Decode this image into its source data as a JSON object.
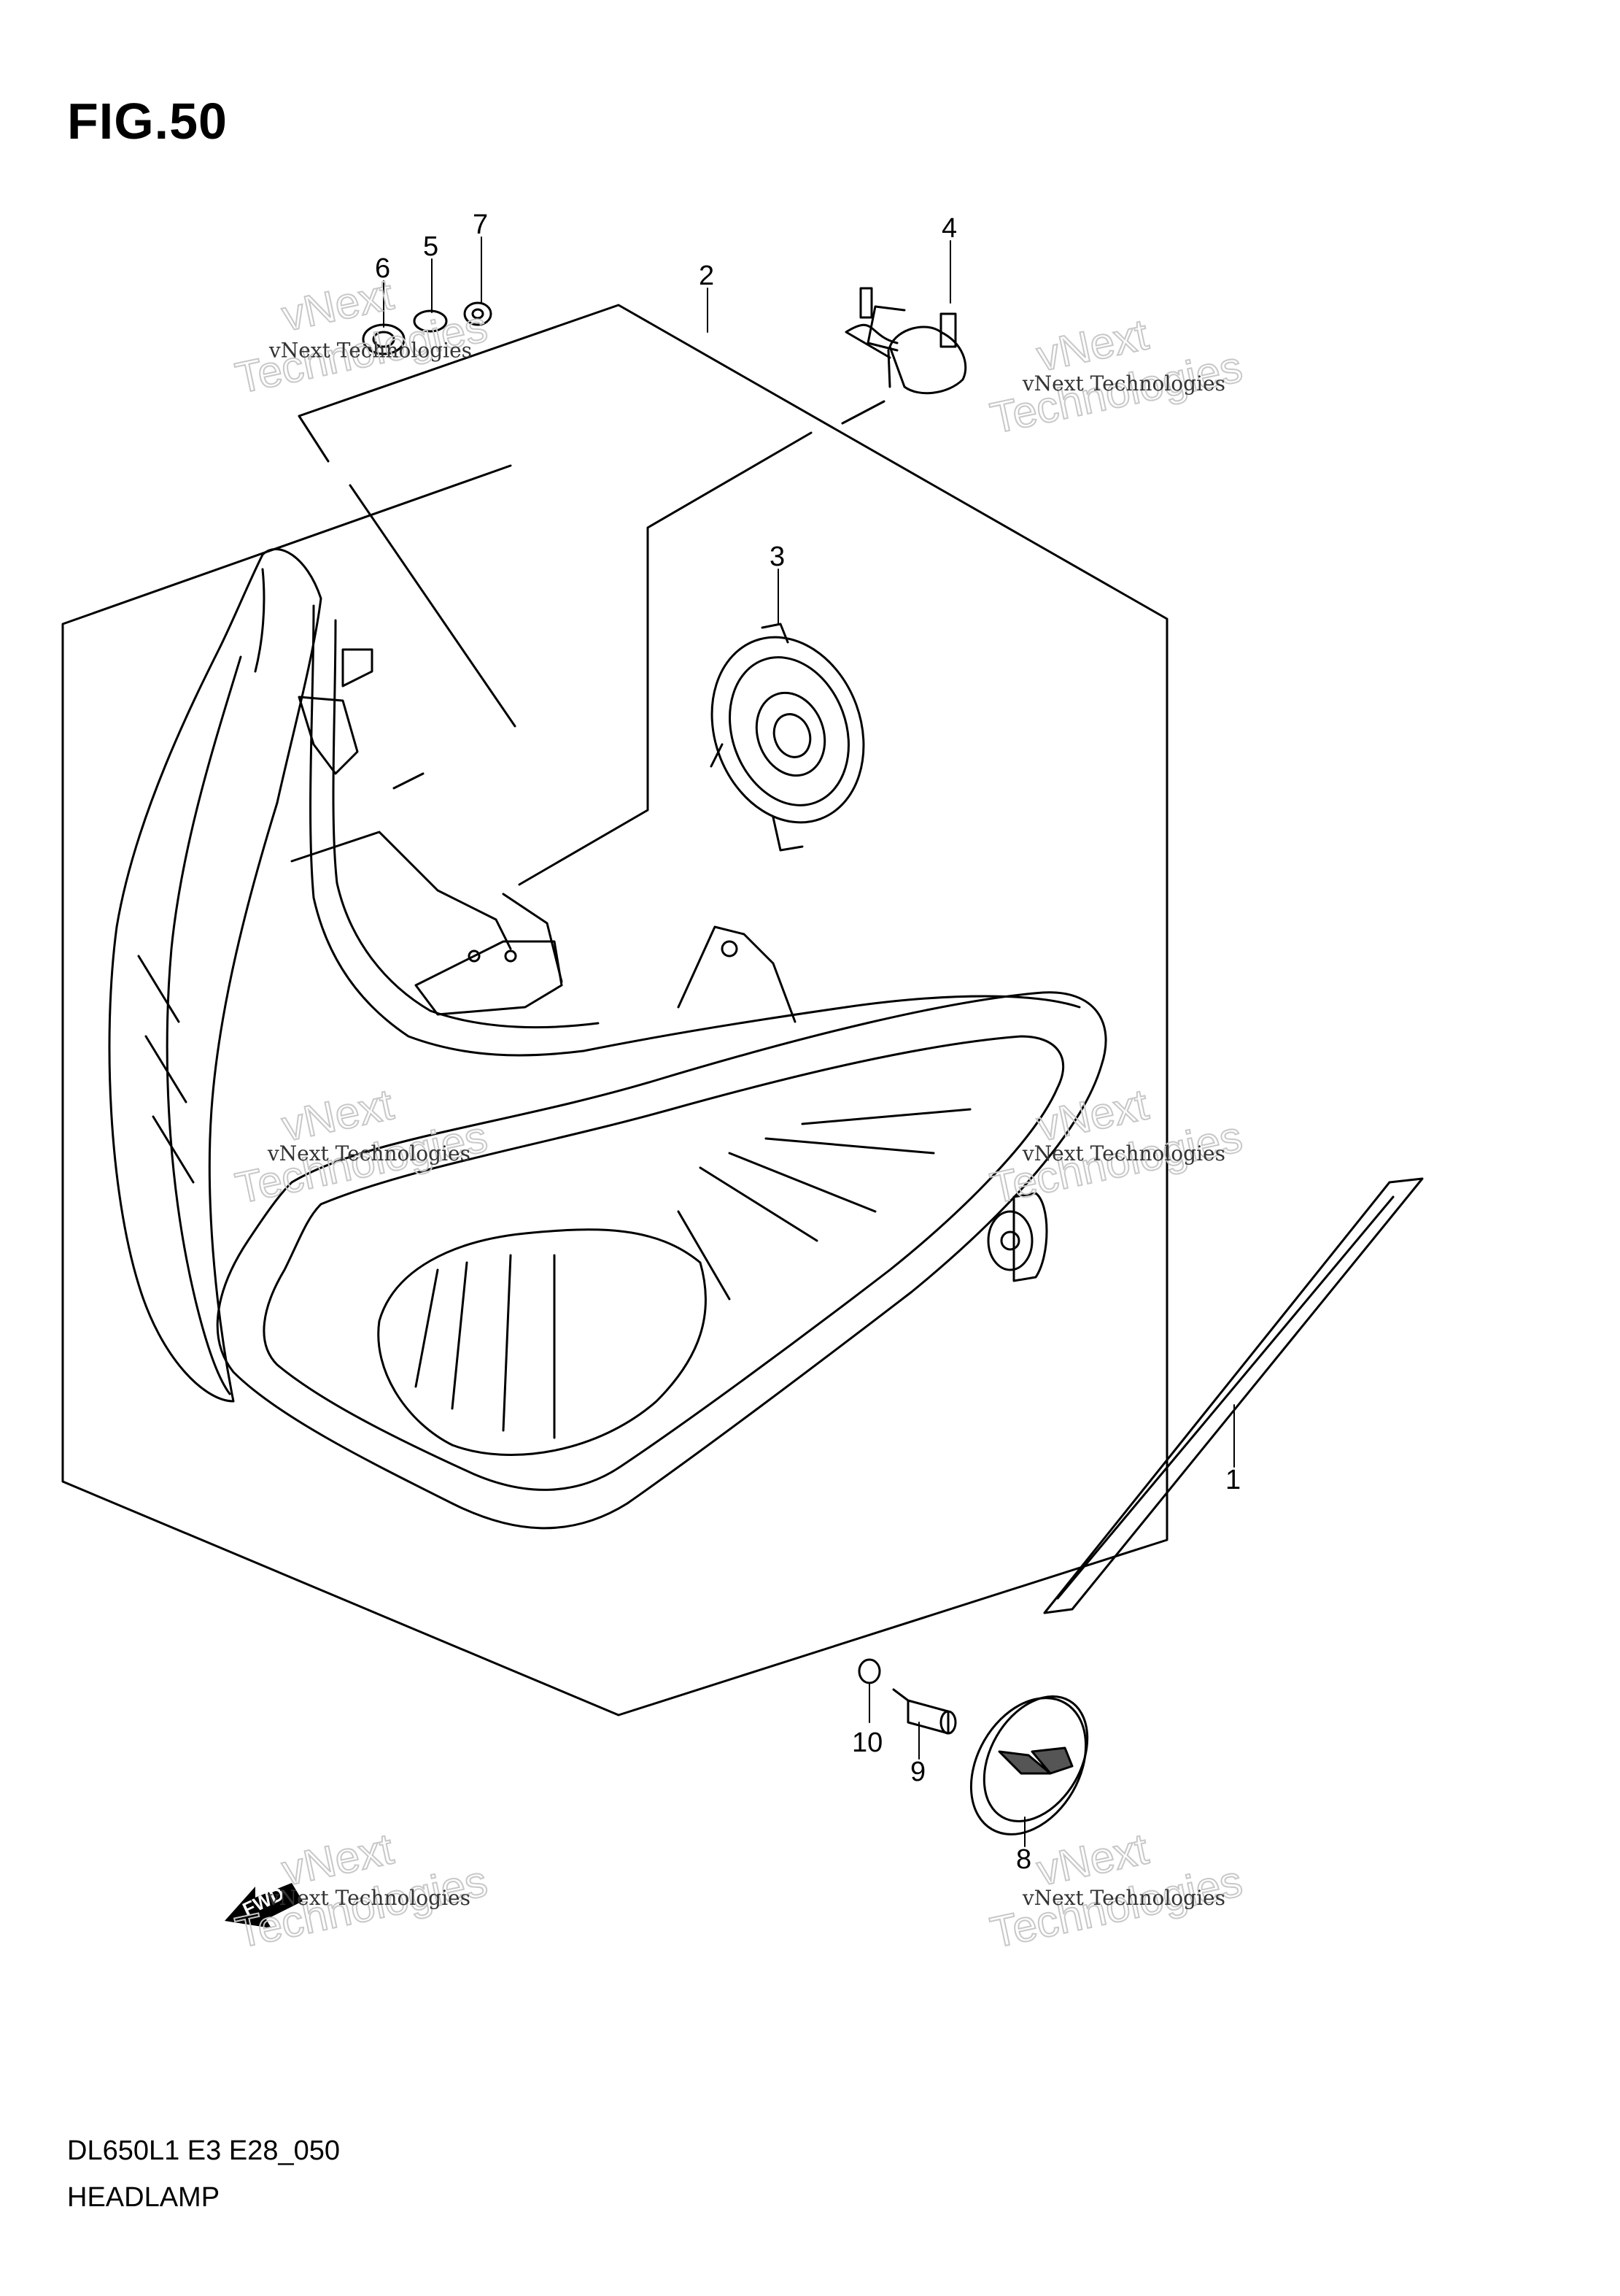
{
  "figure": {
    "title": "FIG.50",
    "model_code": "DL650L1 E3 E28_050",
    "section_name": "HEADLAMP"
  },
  "callouts": [
    {
      "id": "1",
      "label": "1"
    },
    {
      "id": "2",
      "label": "2"
    },
    {
      "id": "3",
      "label": "3"
    },
    {
      "id": "4",
      "label": "4"
    },
    {
      "id": "5",
      "label": "5"
    },
    {
      "id": "6",
      "label": "6"
    },
    {
      "id": "7",
      "label": "7"
    },
    {
      "id": "8",
      "label": "8"
    },
    {
      "id": "9",
      "label": "9"
    },
    {
      "id": "10",
      "label": "10"
    }
  ],
  "watermark": {
    "line_small": "vNext Technologies",
    "line_big_1": "vNext",
    "line_big_2": "Technologies"
  },
  "direction_arrow": {
    "label": "FWD"
  }
}
